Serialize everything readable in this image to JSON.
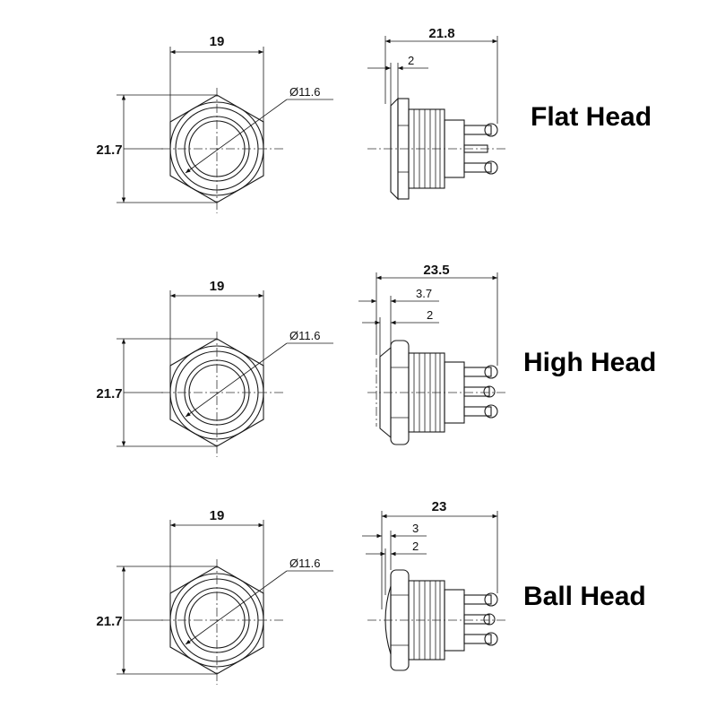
{
  "variants": [
    {
      "name": "Flat Head",
      "front": {
        "width": "19",
        "height": "21.7",
        "diameter": "Ø11.6"
      },
      "side": {
        "length": "21.8",
        "dims": [
          "2"
        ]
      }
    },
    {
      "name": "High Head",
      "front": {
        "width": "19",
        "height": "21.7",
        "diameter": "Ø11.6"
      },
      "side": {
        "length": "23.5",
        "dims": [
          "3.7",
          "2"
        ]
      }
    },
    {
      "name": "Ball Head",
      "front": {
        "width": "19",
        "height": "21.7",
        "diameter": "Ø11.6"
      },
      "side": {
        "length": "23",
        "dims": [
          "3",
          "2"
        ]
      }
    }
  ]
}
